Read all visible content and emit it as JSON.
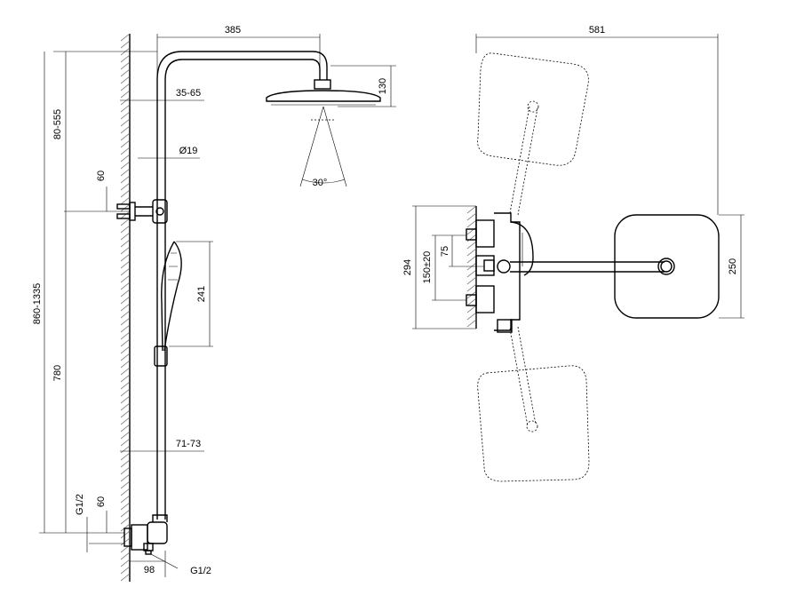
{
  "side_view": {
    "dims": {
      "top_width": "385",
      "head_height": "130",
      "wall_offset": "35-65",
      "pipe_diameter": "Ø19",
      "spray_angle": "30°",
      "upper_bracket": "60",
      "hand_shower": "241",
      "adjust_range": "80-555",
      "total_height": "860-1335",
      "lower_height": "780",
      "bottom_offset": "71-73",
      "mixer_inlet_60": "60",
      "inlet_thread": "G1/2",
      "mixer_depth": "98",
      "outlet_thread": "G1/2"
    }
  },
  "top_view": {
    "dims": {
      "width_581": "581",
      "height_294": "294",
      "spacing_150": "150±20",
      "dim_75": "75",
      "head_250": "250"
    }
  }
}
